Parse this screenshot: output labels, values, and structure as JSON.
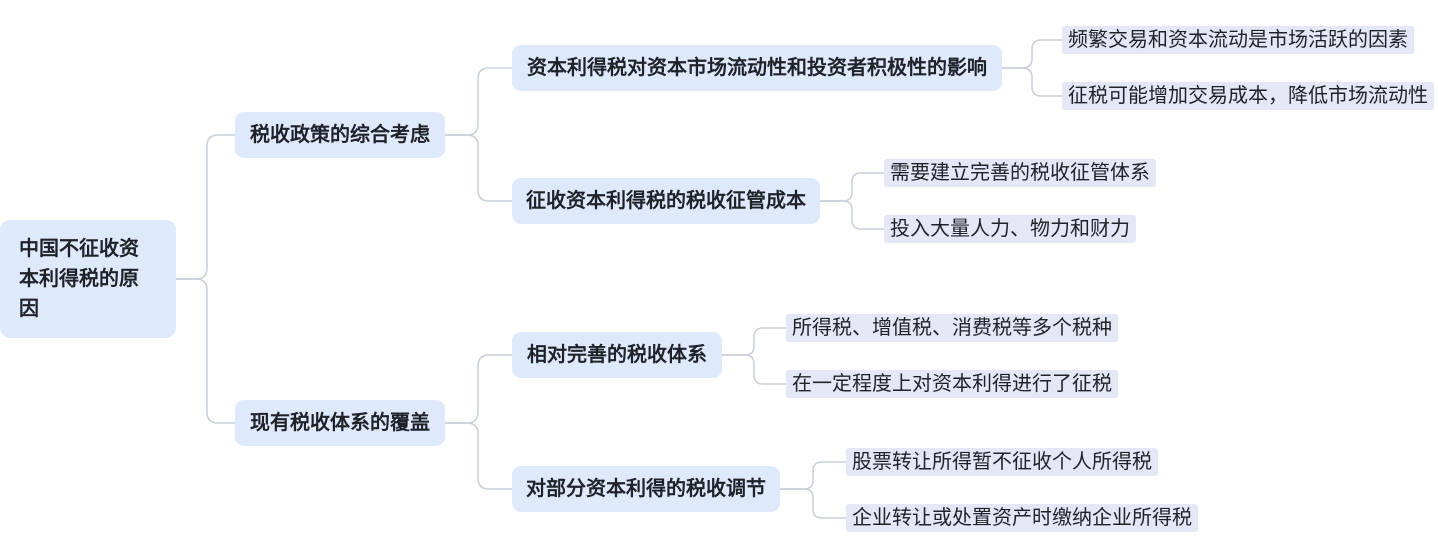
{
  "mindmap": {
    "root": {
      "label": "中国不征收资本利得税的原因"
    },
    "branches": [
      {
        "label": "税收政策的综合考虑",
        "children": [
          {
            "label": "资本利得税对资本市场流动性和投资者积极性的影响",
            "children": [
              {
                "label": "频繁交易和资本流动是市场活跃的因素"
              },
              {
                "label": "征税可能增加交易成本，降低市场流动性"
              }
            ]
          },
          {
            "label": "征收资本利得税的税收征管成本",
            "children": [
              {
                "label": "需要建立完善的税收征管体系"
              },
              {
                "label": "投入大量人力、物力和财力"
              }
            ]
          }
        ]
      },
      {
        "label": "现有税收体系的覆盖",
        "children": [
          {
            "label": "相对完善的税收体系",
            "children": [
              {
                "label": "所得税、增值税、消费税等多个税种"
              },
              {
                "label": "在一定程度上对资本利得进行了征税"
              }
            ]
          },
          {
            "label": "对部分资本利得的税收调节",
            "children": [
              {
                "label": "股票转让所得暂不征收个人所得税"
              },
              {
                "label": "企业转让或处置资产时缴纳企业所得税"
              }
            ]
          }
        ]
      }
    ]
  },
  "colors": {
    "background": "#ffffff",
    "node_bg": "#dee9fc",
    "leaf_bg": "#e4e7f6",
    "text": "#1f2329",
    "line": "#c9ced8"
  }
}
